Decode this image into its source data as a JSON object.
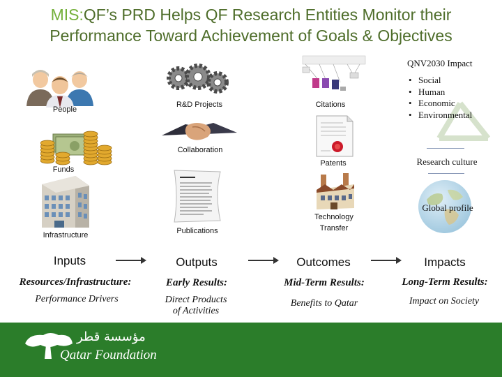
{
  "title": {
    "prefix": "MIS:",
    "line1": "QF’s PRD Helps QF Research Entities Monitor their",
    "line2": "Performance Toward Achievement of Goals & Objectives"
  },
  "inputs_items": {
    "people": "People",
    "funds": "Funds",
    "infrastructure": "Infrastructure"
  },
  "outputs_items": {
    "rd_projects": "R&D Projects",
    "collaboration": "Collaboration",
    "publications": "Publications"
  },
  "outcomes_items": {
    "citations": "Citations",
    "patents": "Patents",
    "technology_transfer_line1": "Technology",
    "technology_transfer_line2": "Transfer"
  },
  "impacts_items": {
    "qnv_title": "QNV2030 Impact",
    "qnv_list": [
      "Social",
      "Human",
      "Economic",
      "Environmental"
    ],
    "research_culture": "Research culture",
    "global_profile": "Global profile"
  },
  "columns": [
    {
      "header": "Inputs",
      "result": "Resources/Infrastructure:",
      "desc1": "Performance Drivers",
      "desc2": ""
    },
    {
      "header": "Outputs",
      "result": "Early Results:",
      "desc1": "Direct Products",
      "desc2": "of Activities"
    },
    {
      "header": "Outcomes",
      "result": "Mid-Term Results:",
      "desc1": "Benefits to Qatar",
      "desc2": ""
    },
    {
      "header": "Impacts",
      "result": "Long-Term Results:",
      "desc1": "Impact on Society",
      "desc2": ""
    }
  ],
  "footer": {
    "logo_arabic": "مؤسسة قطر",
    "logo_english": "Qatar Foundation"
  },
  "colors": {
    "title": "#4e6d2a",
    "mis": "#74b03a",
    "footer": "#2b7d2a"
  }
}
